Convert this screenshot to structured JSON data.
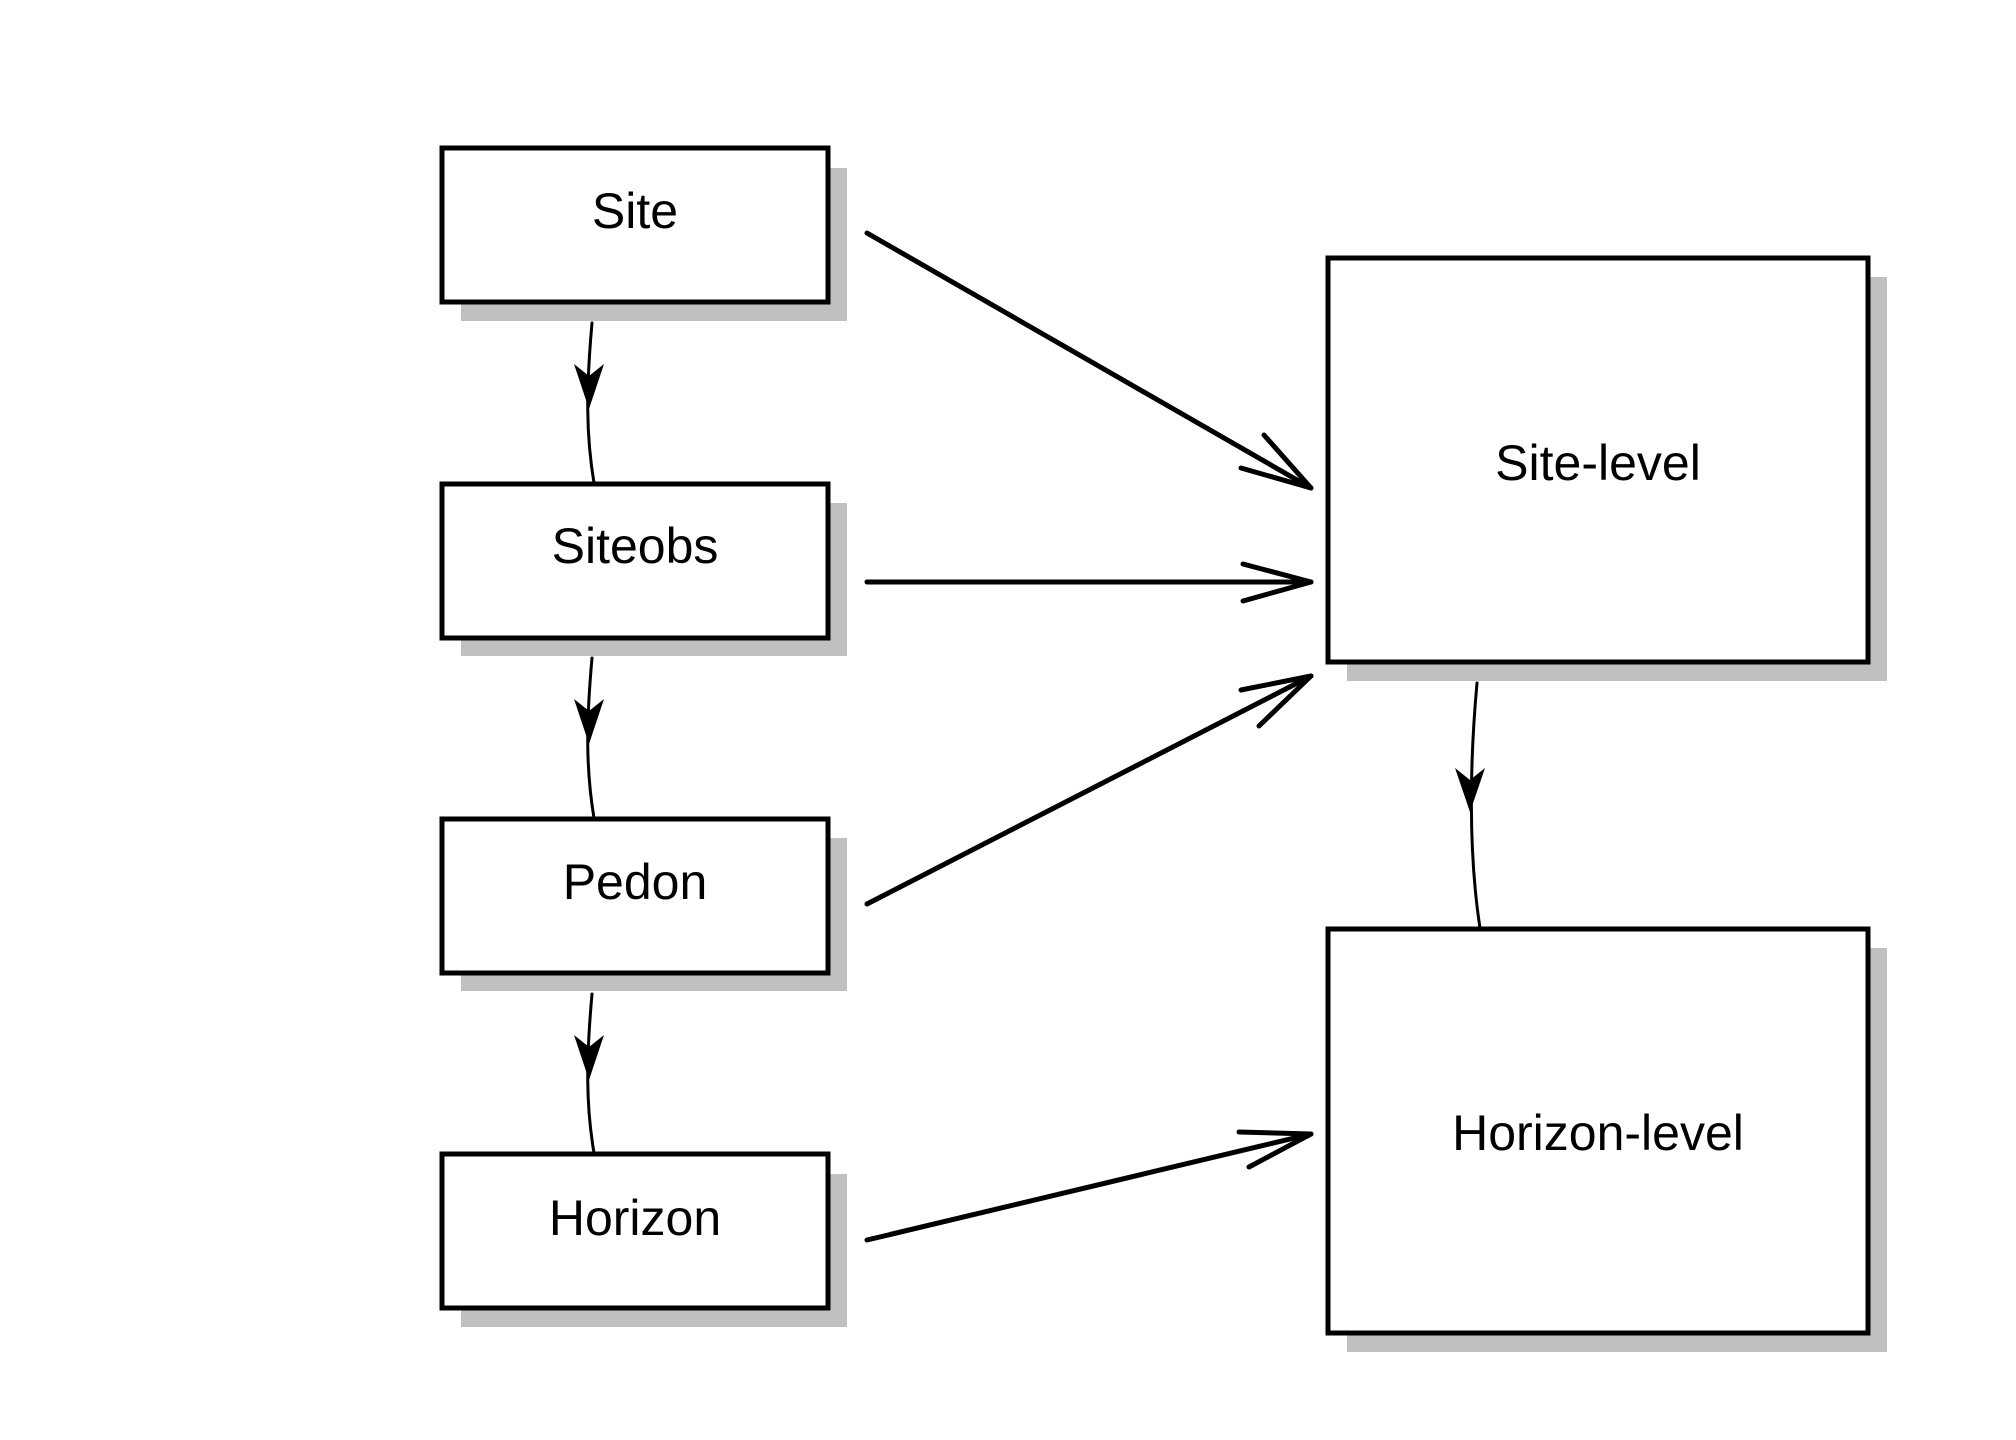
{
  "diagram": {
    "nodes": {
      "site": {
        "label": "Site"
      },
      "siteobs": {
        "label": "Siteobs"
      },
      "pedon": {
        "label": "Pedon"
      },
      "horizon": {
        "label": "Horizon"
      },
      "site_level": {
        "label": "Site-level"
      },
      "horizon_level": {
        "label": "Horizon-level"
      }
    },
    "edges": [
      {
        "from": "Site",
        "to": "Siteobs"
      },
      {
        "from": "Siteobs",
        "to": "Pedon"
      },
      {
        "from": "Pedon",
        "to": "Horizon"
      },
      {
        "from": "Site",
        "to": "Site-level"
      },
      {
        "from": "Siteobs",
        "to": "Site-level"
      },
      {
        "from": "Pedon",
        "to": "Site-level"
      },
      {
        "from": "Horizon",
        "to": "Horizon-level"
      },
      {
        "from": "Site-level",
        "to": "Horizon-level"
      }
    ],
    "colors": {
      "stroke": "#000000",
      "shadow": "#c0c0c0",
      "background": "#ffffff"
    }
  }
}
